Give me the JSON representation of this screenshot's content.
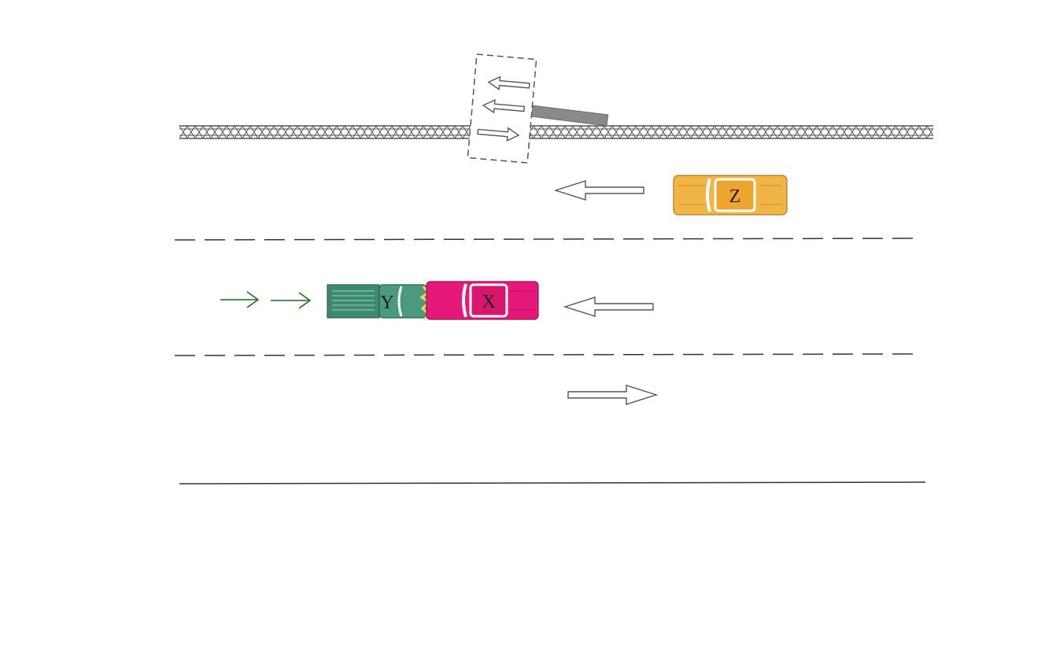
{
  "vehicles": [
    {
      "id": "x",
      "label": "X",
      "color": "#e5197a",
      "direction": "left"
    },
    {
      "id": "y",
      "label": "Y",
      "color": "#3d8a72",
      "direction": "right",
      "type": "truck"
    },
    {
      "id": "z",
      "label": "Z",
      "color": "#f2b446",
      "direction": "left"
    }
  ],
  "colors": {
    "road_lines": "#333333",
    "arrow_outline": "#555555",
    "y_motion_arrows": "#1d6b1d",
    "median_barrier": "#555555",
    "barrier_fragment": "#8a8a8a",
    "impact": "#f3d94a"
  },
  "lanes": [
    {
      "name": "lane-1",
      "direction": "left"
    },
    {
      "name": "lane-2",
      "direction": "left"
    },
    {
      "name": "lane-3",
      "direction": "right"
    }
  ],
  "median_inset_arrows": [
    "left",
    "left",
    "right"
  ]
}
